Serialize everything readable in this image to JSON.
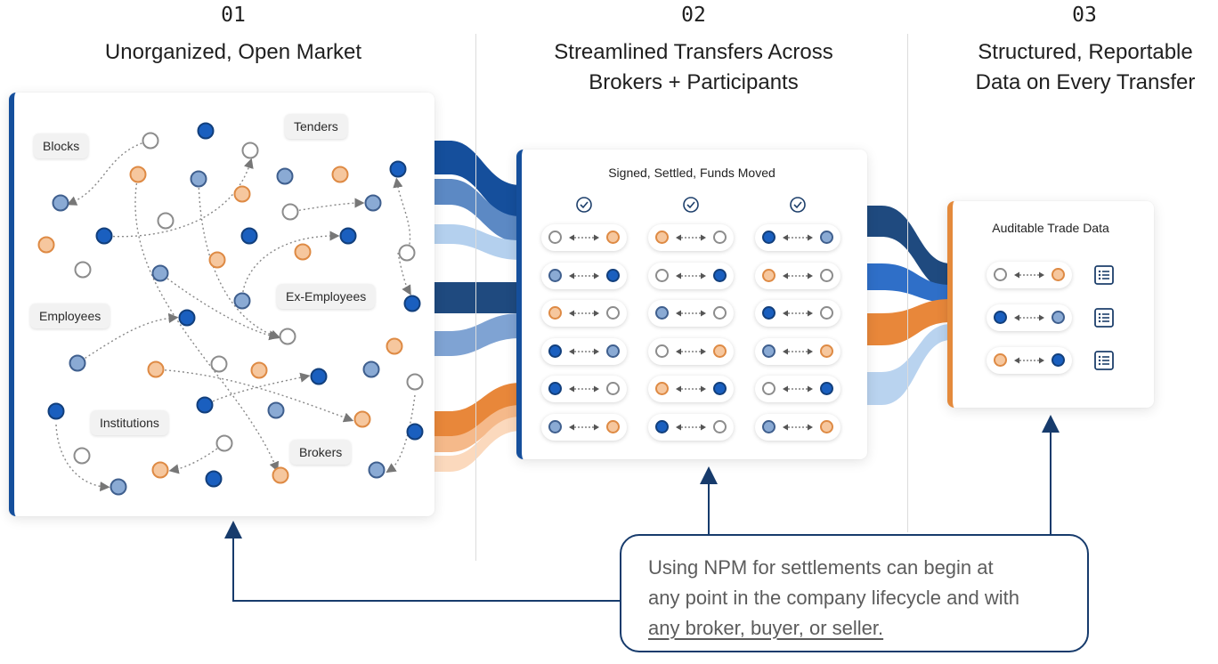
{
  "colors": {
    "dark_blue": "#154f9c",
    "navy_band": "#1f4a7f",
    "mid_blue": "#5c89c4",
    "light_blue": "#b4d0ee",
    "orange": "#e8873a",
    "light_orange": "#f5b98a",
    "node_dark": "#1a5fbf",
    "node_mid": "#8aaad4",
    "node_orange": "#f6c79e",
    "node_white": "#ffffff",
    "callout_border": "#173b6c"
  },
  "columns": [
    {
      "number": "01",
      "title_lines": [
        "Unorganized, Open Market"
      ]
    },
    {
      "number": "02",
      "title_lines": [
        "Streamlined Transfers Across",
        "Brokers + Participants"
      ]
    },
    {
      "number": "03",
      "title_lines": [
        "Structured, Reportable",
        "Data on Every Transfer"
      ]
    }
  ],
  "market_card": {
    "labels": [
      "Blocks",
      "Tenders",
      "Ex-Employees",
      "Employees",
      "Institutions",
      "Brokers"
    ],
    "node_kinds": [
      "dark",
      "mid",
      "orange",
      "white"
    ]
  },
  "transfers_card": {
    "title": "Signed, Settled, Funds Moved",
    "check_icon": "check-circle-icon",
    "arrow_icon": "double-arrow-icon",
    "columns": [
      [
        [
          "white",
          "orange"
        ],
        [
          "mid",
          "dark"
        ],
        [
          "orange",
          "white"
        ],
        [
          "dark",
          "mid"
        ],
        [
          "dark",
          "white"
        ],
        [
          "mid",
          "orange"
        ]
      ],
      [
        [
          "orange",
          "white"
        ],
        [
          "white",
          "dark"
        ],
        [
          "mid",
          "white"
        ],
        [
          "white",
          "orange"
        ],
        [
          "orange",
          "dark"
        ],
        [
          "dark",
          "white"
        ]
      ],
      [
        [
          "dark",
          "mid"
        ],
        [
          "orange",
          "white"
        ],
        [
          "dark",
          "white"
        ],
        [
          "mid",
          "orange"
        ],
        [
          "white",
          "dark"
        ],
        [
          "mid",
          "orange"
        ]
      ]
    ]
  },
  "trade_data_card": {
    "title": "Auditable Trade Data",
    "doc_icon": "document-list-icon",
    "rows": [
      [
        "white",
        "orange"
      ],
      [
        "dark",
        "mid"
      ],
      [
        "orange",
        "dark"
      ]
    ]
  },
  "callout": {
    "line1": "Using NPM for settlements can begin at",
    "line2": "any point in the company lifecycle and with",
    "link_text": "any broker, buyer, or seller."
  }
}
